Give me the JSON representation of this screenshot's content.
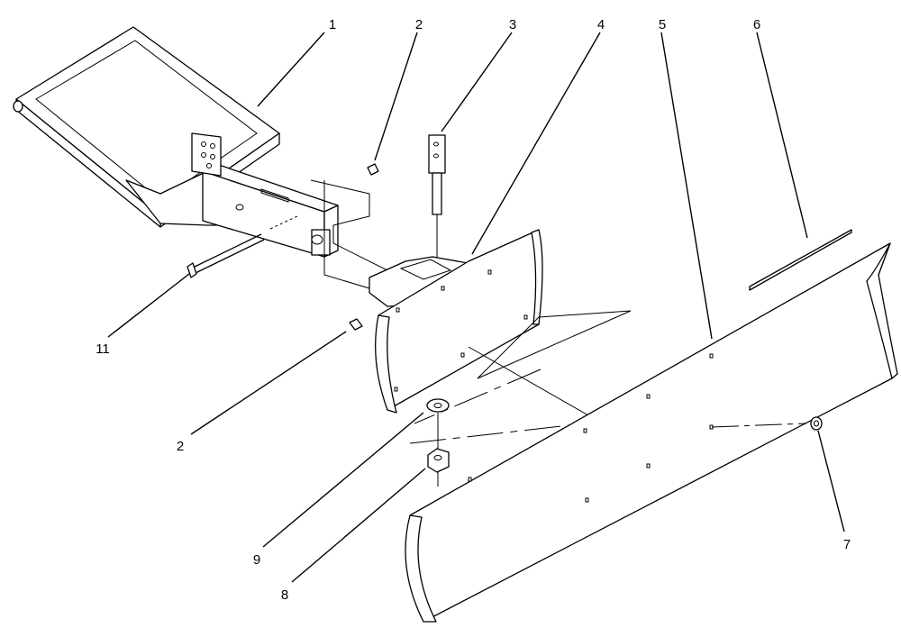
{
  "callouts": [
    {
      "id": "c1",
      "label": "1"
    },
    {
      "id": "c2a",
      "label": "2"
    },
    {
      "id": "c3",
      "label": "3"
    },
    {
      "id": "c4",
      "label": "4"
    },
    {
      "id": "c5",
      "label": "5"
    },
    {
      "id": "c6",
      "label": "6"
    },
    {
      "id": "c2b",
      "label": "2"
    },
    {
      "id": "c11",
      "label": "11"
    },
    {
      "id": "c9",
      "label": "9"
    },
    {
      "id": "c8",
      "label": "8"
    },
    {
      "id": "c7",
      "label": "7"
    }
  ]
}
